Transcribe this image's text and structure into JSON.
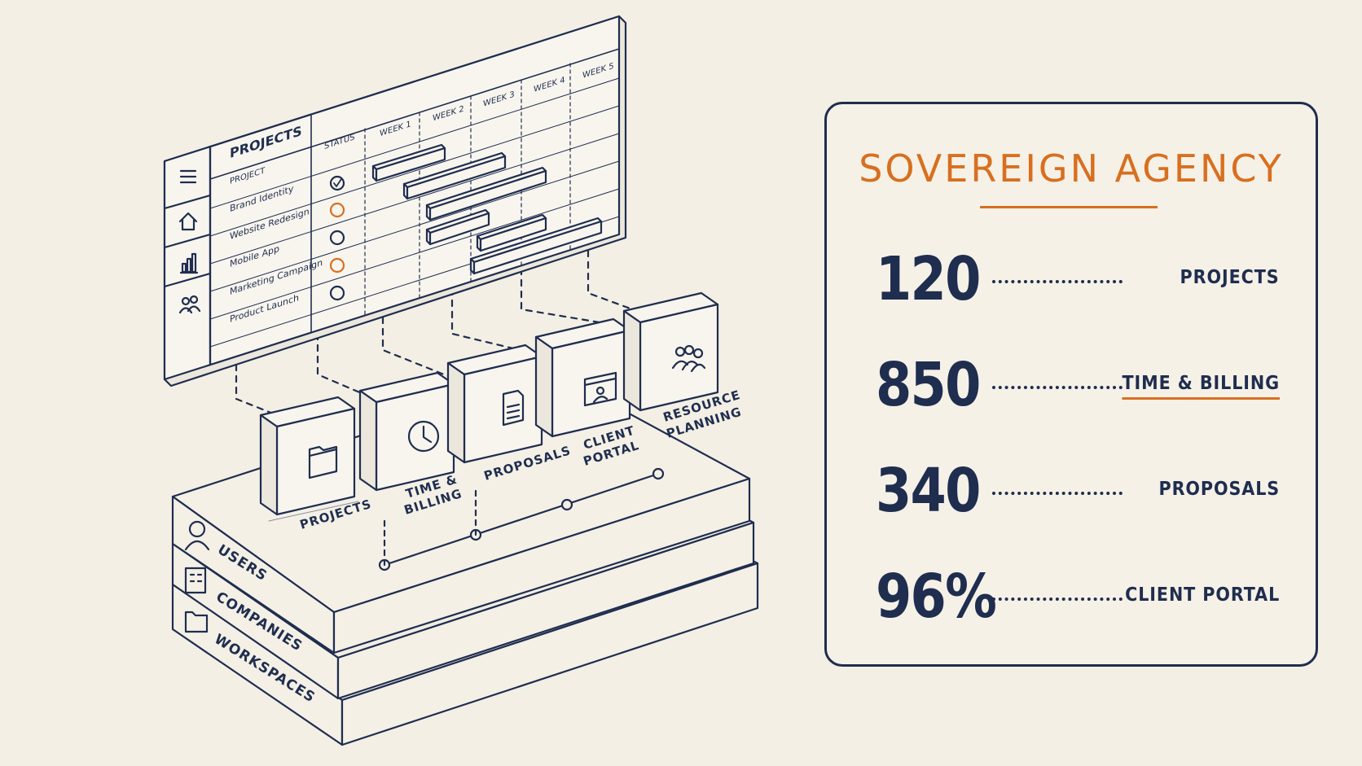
{
  "gantt": {
    "heading": "PROJECTS",
    "col_project": "PROJECT",
    "col_status": "STATUS",
    "weeks": [
      "WEEK 1",
      "WEEK 2",
      "WEEK 3",
      "WEEK 4",
      "WEEK 5"
    ],
    "rows": [
      "Brand Identity",
      "Website Redesign",
      "Mobile App",
      "Marketing Campaign",
      "Product Launch"
    ]
  },
  "sidebar_icons": [
    "menu-icon",
    "home-icon",
    "bar-chart-icon",
    "users-icon"
  ],
  "modules": {
    "projects": "PROJECTS",
    "time_billing_1": "TIME &",
    "time_billing_2": "BILLING",
    "proposals": "PROPOSALS",
    "client_portal_1": "CLIENT",
    "client_portal_2": "PORTAL",
    "resource_planning_1": "RESOURCE",
    "resource_planning_2": "PLANNING"
  },
  "layers": {
    "users": "USERS",
    "companies": "COMPANIES",
    "workspaces": "WORKSPACES"
  },
  "stats_card": {
    "brand": "SOVEREIGN AGENCY",
    "stats": [
      {
        "value": "120",
        "label": "PROJECTS"
      },
      {
        "value": "850",
        "label": "TIME & BILLING"
      },
      {
        "value": "340",
        "label": "PROPOSALS"
      },
      {
        "value": "96%",
        "label": "CLIENT PORTAL"
      }
    ]
  },
  "colors": {
    "ink": "#1f2d4f",
    "accent": "#d86f1f",
    "paper": "#f3efe4"
  }
}
